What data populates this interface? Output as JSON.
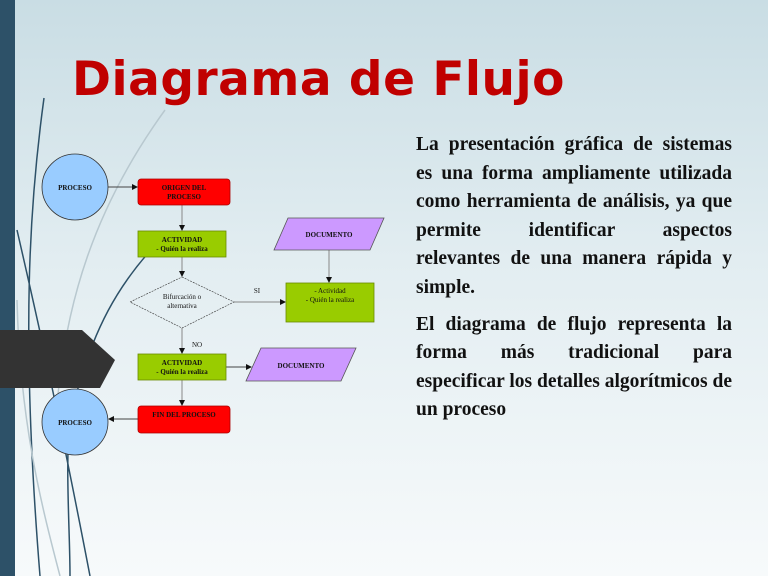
{
  "title": "Diagrama de Flujo",
  "paragraphs": [
    "La presentación gráfica de sistemas es una forma ampliamente utilizada como herramienta de análisis, ya que permite identificar aspectos relevantes de una manera rápida y simple.",
    "El diagrama de flujo representa la forma más tradicional para especificar los detalles algorítmicos de un proceso"
  ],
  "flowchart": {
    "proceso_top": "PROCESO",
    "origen": [
      "ORIGEN DEL",
      "PROCESO"
    ],
    "actividad1": [
      "ACTIVIDAD",
      "- Quién la realiza"
    ],
    "bifurcacion": [
      "Bifurcación o",
      "alternativa"
    ],
    "si_label": "SI",
    "no_label": "NO",
    "documento1": "DOCUMENTO",
    "actividad_right": [
      "- Actividad",
      "- Quién la realiza"
    ],
    "actividad2": [
      "ACTIVIDAD",
      "- Quién la realiza"
    ],
    "documento2": "DOCUMENTO",
    "fin": "FIN DEL PROCESO",
    "proceso_bottom": "PROCESO"
  },
  "colors": {
    "title": "#c00000",
    "process": "#99ccff",
    "terminal": "#ff0000",
    "activity": "#99cc00",
    "document": "#cc99ff"
  }
}
